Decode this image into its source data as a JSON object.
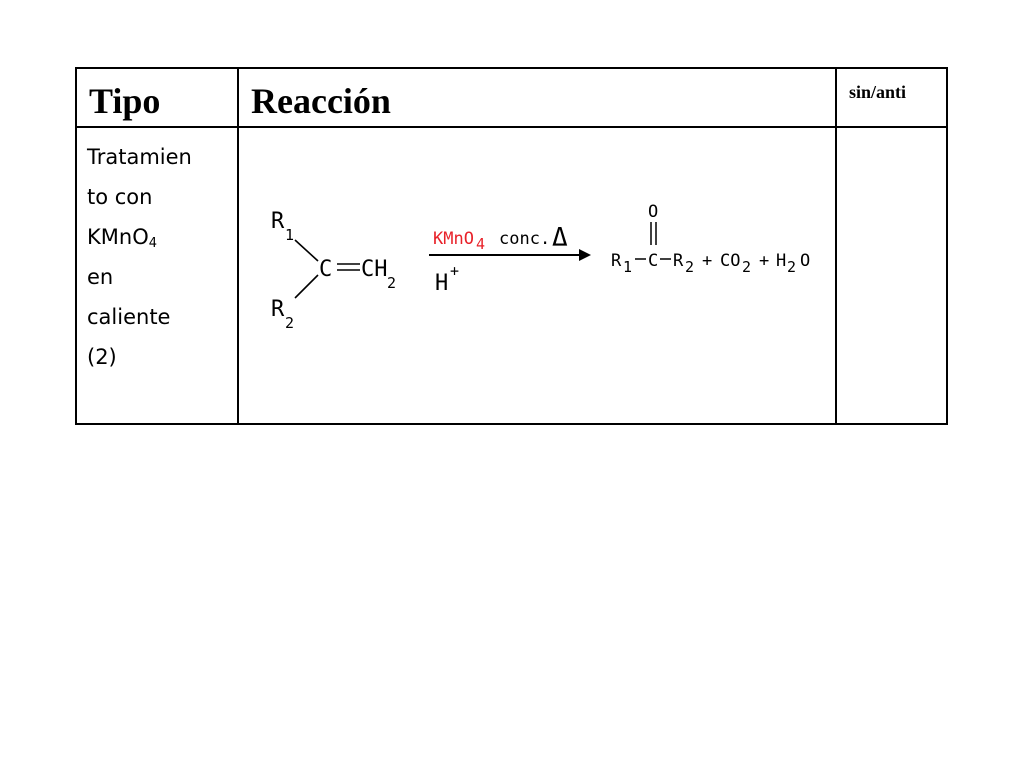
{
  "table": {
    "headers": {
      "tipo": "Tipo",
      "reaccion": "Reacción",
      "sin_anti": "sin/anti"
    },
    "rows": [
      {
        "tipo_lines": [
          "Tratamien",
          "to con",
          "KMnO",
          "en",
          "caliente",
          "(2)"
        ],
        "tipo_subscript": "4",
        "reaction": {
          "reactant": {
            "r1": "R",
            "r1_sub": "1",
            "r2": "R",
            "r2_sub": "2",
            "carbon": "C",
            "double_bond": "=",
            "ch": "CH",
            "ch_sub": "2"
          },
          "reagent_red": "KMnO",
          "reagent_red_sub": "4",
          "reagent_black": "conc.",
          "heat_symbol": "Δ",
          "acid": "H",
          "acid_sup": "+",
          "product": {
            "r1": "R",
            "r1_sub": "1",
            "carbonyl_o": "O",
            "c": "C",
            "r2": "R",
            "r2_sub": "2",
            "plus1": "+",
            "co": "CO",
            "co_sub": "2",
            "plus2": "+",
            "h": "H",
            "h_sub": "2",
            "o": "O"
          }
        },
        "sin_anti": ""
      }
    ]
  },
  "colors": {
    "reagent_red": "#e8222a",
    "ink": "#000000"
  }
}
